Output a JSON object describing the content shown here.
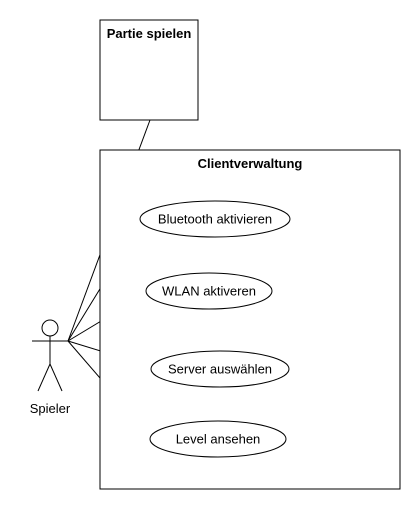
{
  "diagram": {
    "type": "use-case",
    "actor": {
      "label": "Spieler"
    },
    "boxes": [
      {
        "title": "Partie spielen",
        "use_cases": []
      },
      {
        "title": "Clientverwaltung",
        "use_cases": [
          "Bluetooth aktivieren",
          "WLAN aktiveren",
          "Server auswählen",
          "Level ansehen"
        ]
      }
    ]
  }
}
